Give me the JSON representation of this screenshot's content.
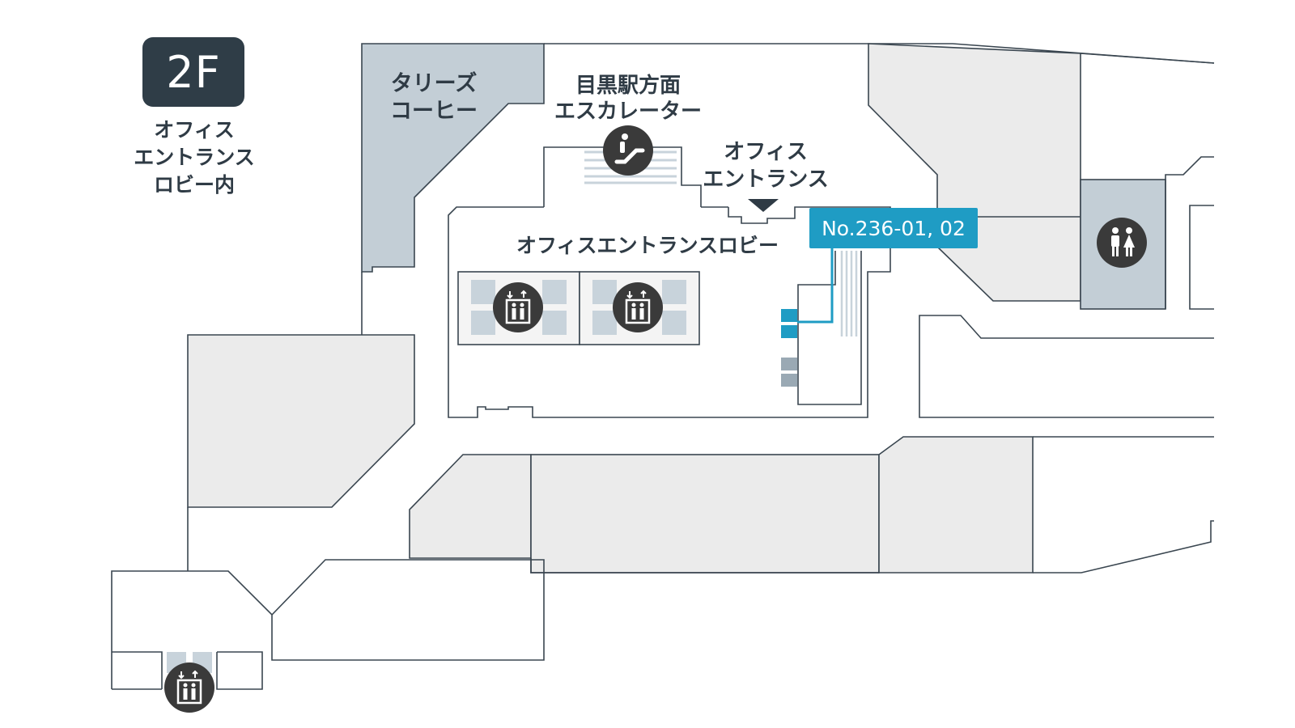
{
  "floor": {
    "label": "2F",
    "description_lines": [
      "オフィス",
      "エントランス",
      "ロビー内"
    ]
  },
  "map": {
    "tullys_lines": [
      "タリーズ",
      "コーヒー"
    ],
    "escalator_lines": [
      "目黒駅方面",
      "エスカレーター"
    ],
    "entrance_lines": [
      "オフィス",
      "エントランス"
    ],
    "lobby_label": "オフィスエントランスロビー",
    "target_unit": "No.236-01, 02"
  },
  "icons": {
    "escalator": "escalator-icon",
    "elevator": "elevator-icon",
    "restroom": "restroom-icon",
    "entrance_marker": "down-triangle-icon"
  },
  "colors": {
    "highlight": "#1f9cc4",
    "shop_fill": "#ebebeb",
    "service_fill": "#c3ced6",
    "wall": "#3a4650",
    "icon_fill": "#3a3a3a",
    "badge_fill": "#2f3d47"
  }
}
